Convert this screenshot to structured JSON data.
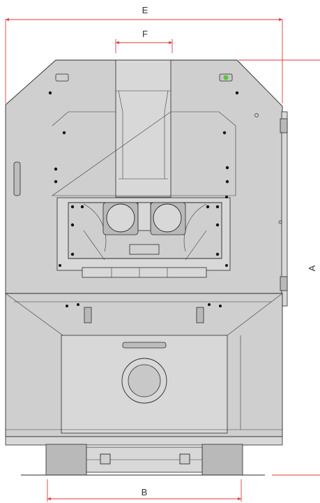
{
  "dimensions": {
    "E": "E",
    "F": "F",
    "A": "A",
    "B": "B"
  },
  "colors": {
    "dimension_line": "#e03a3a",
    "indicator_green": "#5cc63a",
    "body_fill": "#cfcfcf"
  }
}
